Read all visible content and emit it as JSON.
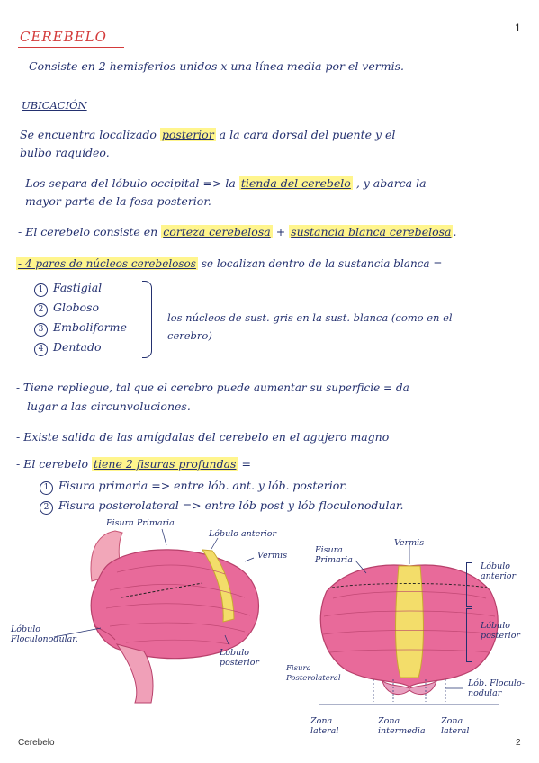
{
  "header": {
    "page_corner": "1"
  },
  "title": "CEREBELO",
  "intro": "Consiste en 2 hemisferios unidos x una línea media por el vermis.",
  "section": "UBICACIÓN",
  "loc": {
    "p1a": "Se encuentra localizado",
    "p1b": "posterior",
    "p1c": "a la cara dorsal del puente y el",
    "p1d": "bulbo raquídeo."
  },
  "b1": {
    "a": "- Los separa del lóbulo occipital => la",
    "b": "tienda del cerebelo",
    "c": ", y abarca la",
    "d": "mayor parte de la fosa posterior."
  },
  "b2": {
    "a": "- El cerebelo consiste en",
    "b": "corteza cerebelosa",
    "c": "+",
    "d": "sustancia blanca cerebelosa",
    "e": "."
  },
  "b3": {
    "a": "- 4 pares de núcleos cerebelosos",
    "b": "se localizan dentro de la sustancia blanca ="
  },
  "nuclei": {
    "items": [
      "Fastigial",
      "Globoso",
      "Emboliforme",
      "Dentado"
    ],
    "note1": "los núcleos de sust. gris en la sust. blanca (como en el",
    "note2": "cerebro)"
  },
  "b4": {
    "a": "- Tiene repliegue, tal que el cerebro puede aumentar su superficie = da",
    "b": "lugar a las circunvoluciones."
  },
  "b5": "- Existe salida de las amígdalas del cerebelo en el agujero magno",
  "b6": {
    "a": "- El cerebelo",
    "b": "tiene 2 fisuras profundas",
    "c": "=",
    "f1": "Fisura primaria => entre lób. ant. y lób. posterior.",
    "f2": "Fisura posterolateral => entre lób post y lób floculonodular."
  },
  "fig1": {
    "fisura_primaria": "Fisura Primaria",
    "lobulo_anterior": "Lóbulo anterior",
    "vermis": "Vermis",
    "lobulo_flocu": [
      "Lóbulo",
      "Floculonodular."
    ],
    "lobulo_posterior": [
      "Lóbulo",
      "posterior"
    ]
  },
  "fig2": {
    "fisura_primaria": [
      "Fisura",
      "Primaria"
    ],
    "vermis": "Vermis",
    "lobulo_anterior": [
      "Lóbulo",
      "anterior"
    ],
    "lobulo_posterior": [
      "Lóbulo",
      "posterior"
    ],
    "fisura_posterolateral": [
      "Fisura",
      "Posterolateral"
    ],
    "lob_flocu": [
      "Lób. Floculo-",
      "nodular"
    ],
    "zona_lateral_1": [
      "Zona",
      "lateral"
    ],
    "zona_intermedia": [
      "Zona",
      "intermedia"
    ],
    "zona_lateral_2": [
      "Zona",
      "lateral"
    ]
  },
  "footer": {
    "label": "Cerebelo",
    "page": "2"
  },
  "colors": {
    "ink": "#23306f",
    "title_red": "#d33a3a",
    "highlight": "#fff050",
    "cerebellum": "#e86a9a",
    "vermis": "#f3dd6a"
  }
}
